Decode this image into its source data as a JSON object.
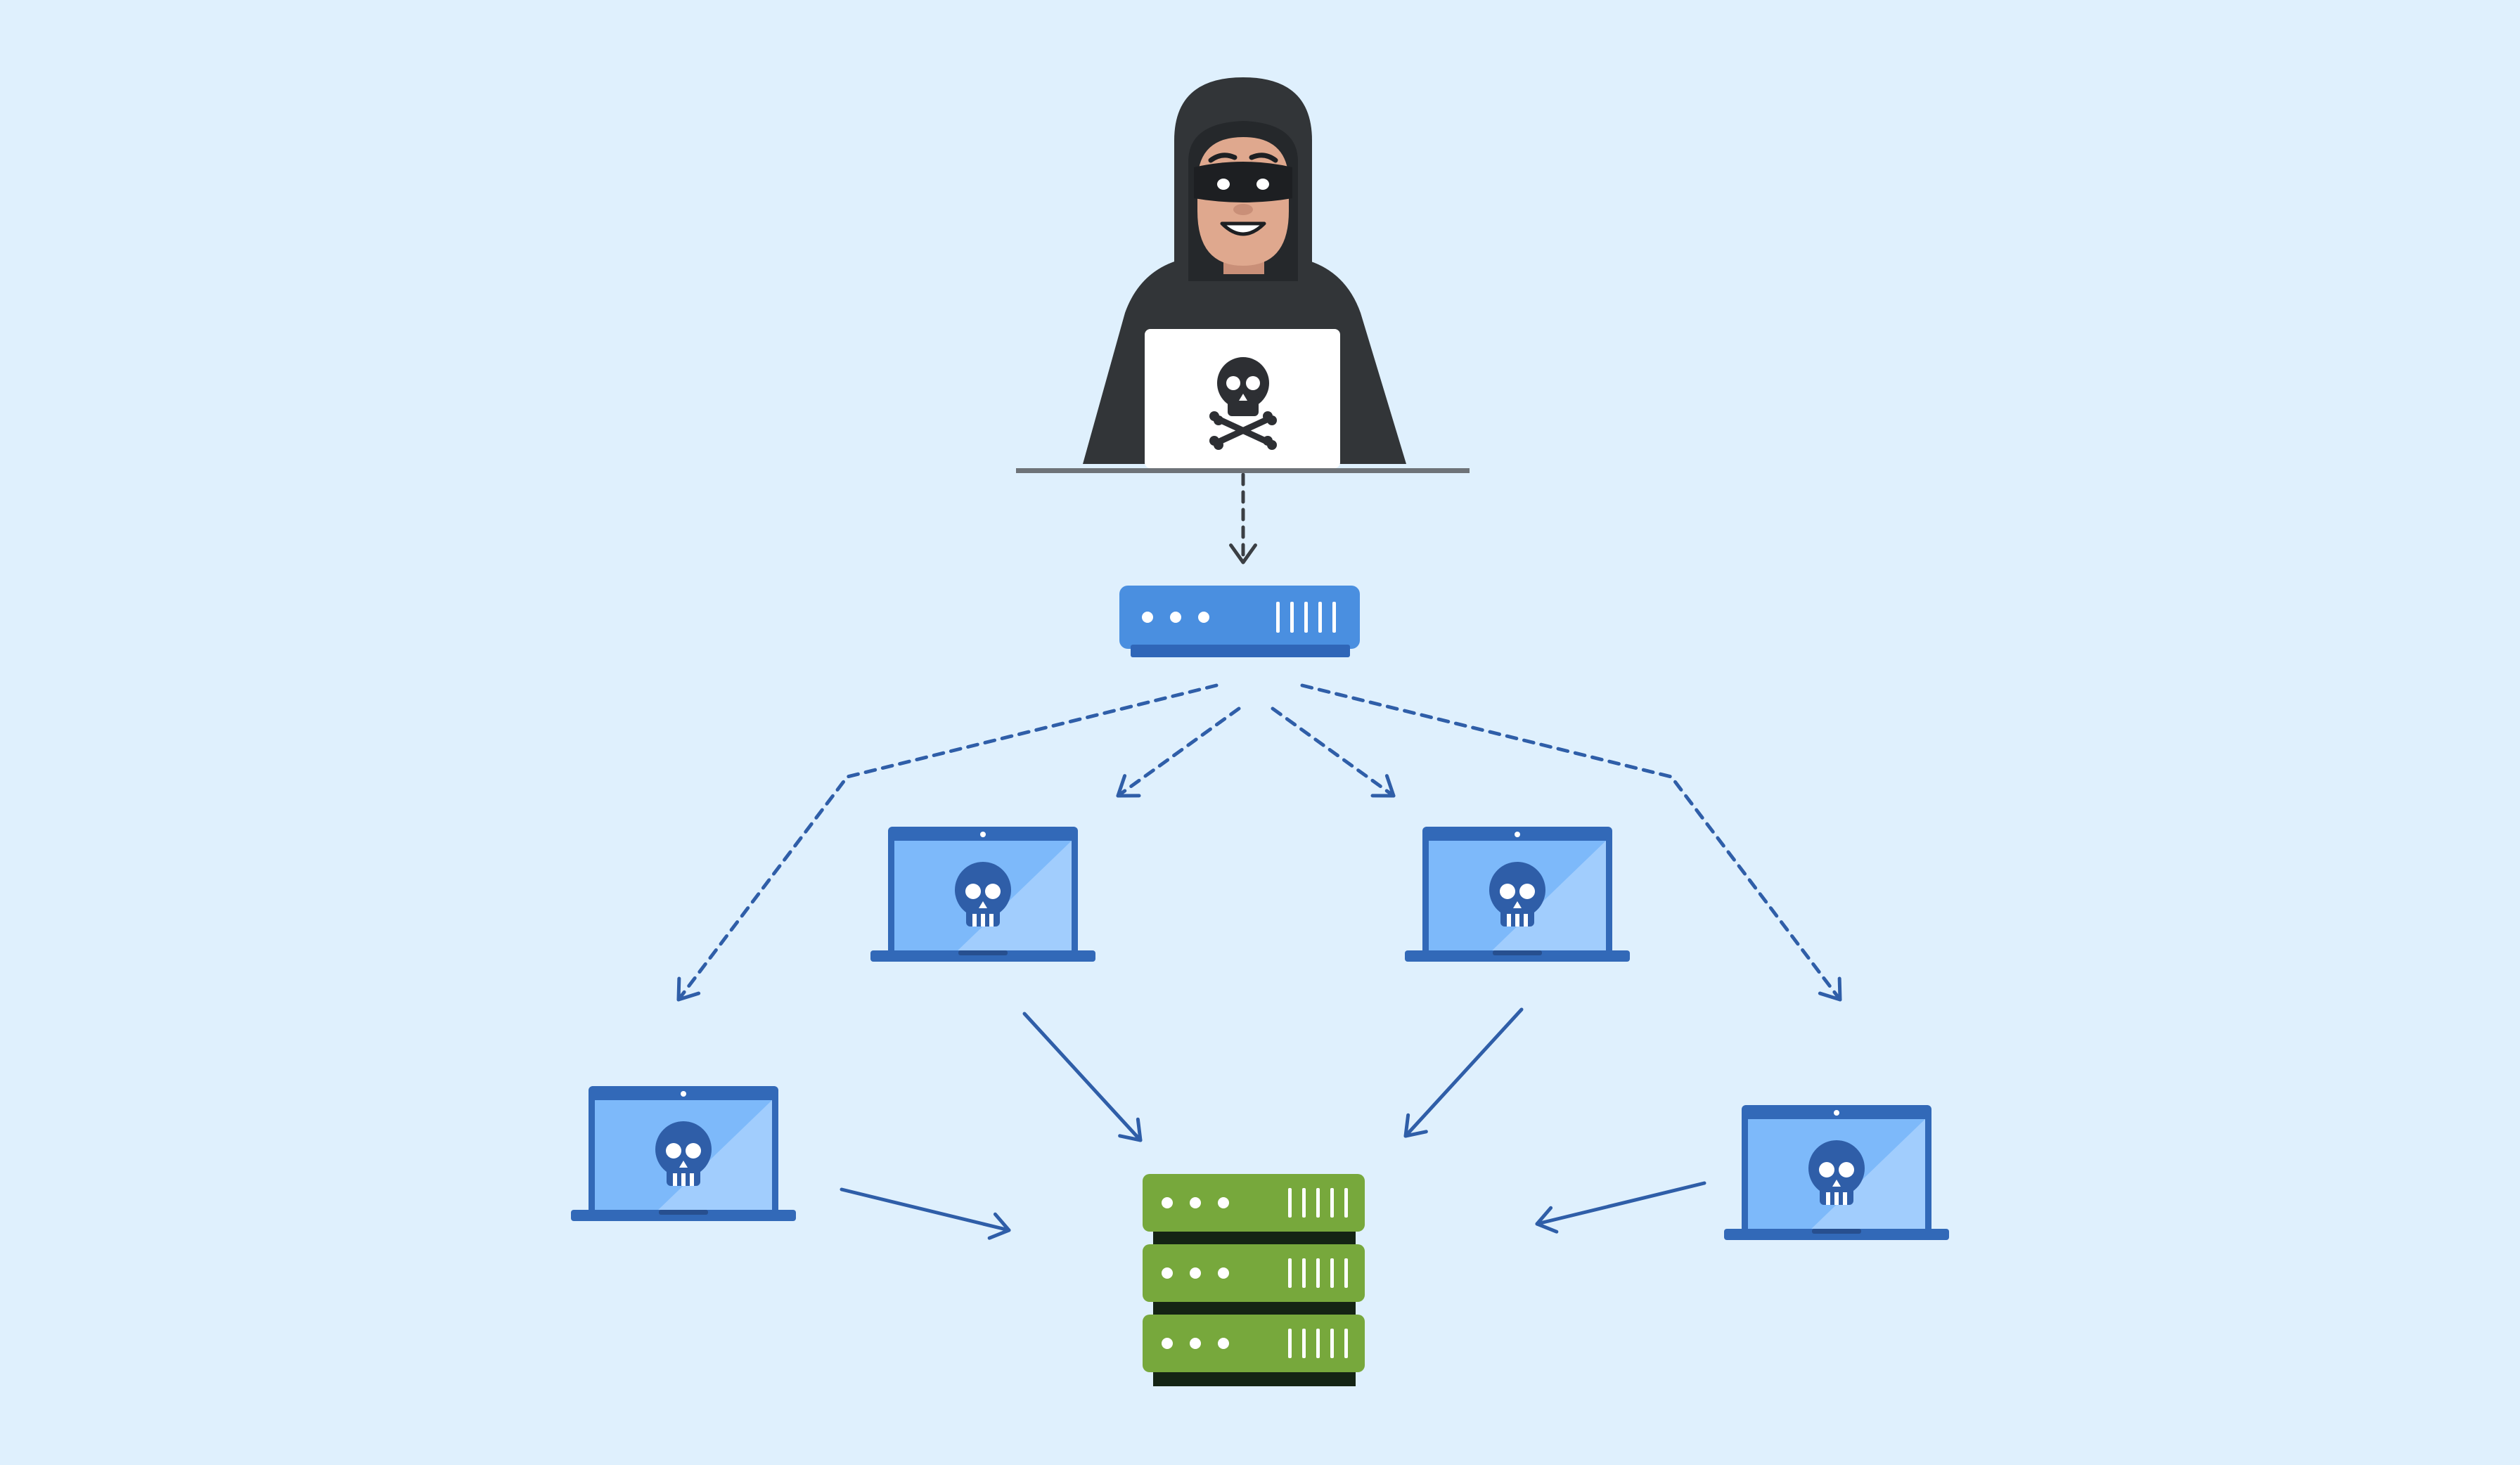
{
  "colors": {
    "background": "#dff0fd",
    "hood": "#323538",
    "hood_inner": "#25282b",
    "skin": "#dfa88e",
    "skin_shadow": "#c98f78",
    "mask": "#1d1f22",
    "laptop_white": "#ffffff",
    "skull_dark": "#2d2f33",
    "desk_line": "#6e7378",
    "router_body": "#4a8fe0",
    "router_base": "#2f66b8",
    "bot_frame": "#3269b8",
    "bot_screen": "#7db9fa",
    "bot_screen_glare": "#a1cdfd",
    "bot_skull": "#2f5ea8",
    "arrow_blue": "#2f5ea8",
    "arrow_dark": "#3b3f44",
    "server_green": "#77a83c",
    "server_dark": "#142414",
    "led_white": "#ffffff"
  },
  "nodes": {
    "attacker": {
      "icon": "hooded-hacker-icon"
    },
    "router": {
      "icon": "router-icon"
    },
    "bots": [
      {
        "id": "bot-inner-left",
        "icon": "infected-laptop-icon"
      },
      {
        "id": "bot-inner-right",
        "icon": "infected-laptop-icon"
      },
      {
        "id": "bot-outer-left",
        "icon": "infected-laptop-icon"
      },
      {
        "id": "bot-outer-right",
        "icon": "infected-laptop-icon"
      }
    ],
    "target": {
      "icon": "server-rack-icon",
      "units": 3
    }
  },
  "edges": [
    {
      "from": "attacker",
      "to": "router",
      "style": "dashed"
    },
    {
      "from": "router",
      "to": "bot-outer-left",
      "style": "dashed"
    },
    {
      "from": "router",
      "to": "bot-inner-left",
      "style": "dashed"
    },
    {
      "from": "router",
      "to": "bot-inner-right",
      "style": "dashed"
    },
    {
      "from": "router",
      "to": "bot-outer-right",
      "style": "dashed"
    },
    {
      "from": "bot-inner-left",
      "to": "target",
      "style": "solid"
    },
    {
      "from": "bot-inner-right",
      "to": "target",
      "style": "solid"
    },
    {
      "from": "bot-outer-left",
      "to": "target",
      "style": "solid"
    },
    {
      "from": "bot-outer-right",
      "to": "target",
      "style": "solid"
    }
  ]
}
